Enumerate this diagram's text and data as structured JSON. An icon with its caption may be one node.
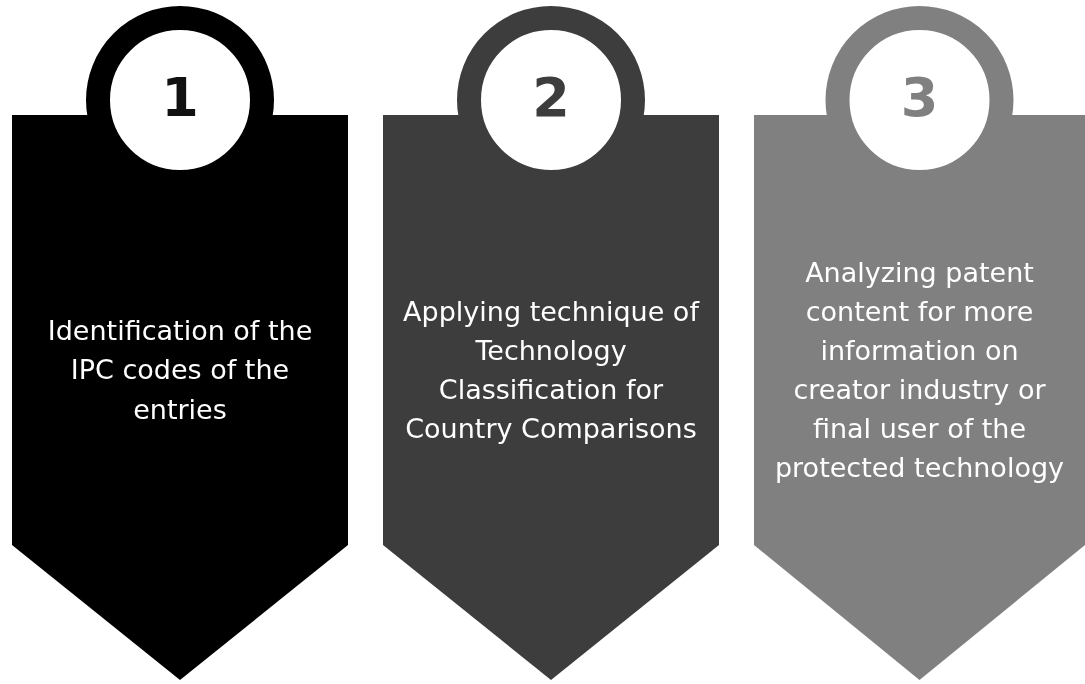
{
  "diagram": {
    "nodes": [
      {
        "text": [
          "1",
          "Identification of the IPC codes of the entries"
        ]
      },
      {
        "text": [
          "2",
          "Applying technique of Technology Classification for Country Comparisons"
        ]
      },
      {
        "text": [
          "3",
          "Analyzing patent content for more information on creator industry or final user of the protected technology"
        ]
      }
    ]
  }
}
